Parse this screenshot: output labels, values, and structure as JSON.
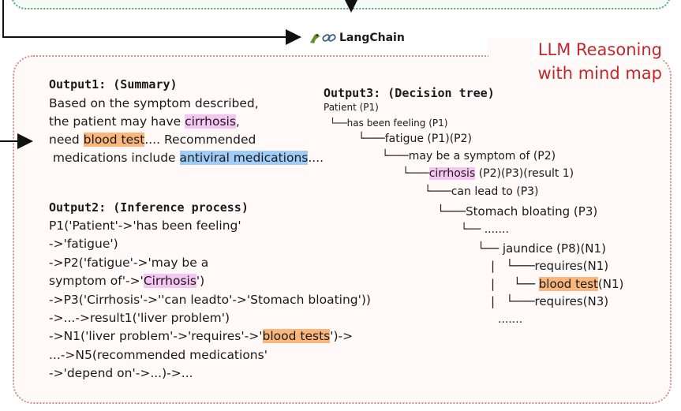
{
  "colors": {
    "pink": "#f6c6f2",
    "orange": "#fbb67c",
    "blue": "#9fcdf8",
    "red_title": "#c0282d",
    "green_border": "#5aa37a",
    "brown_border": "#c7968e"
  },
  "langchain": {
    "label": "LangChain",
    "icons": [
      "parrot-icon",
      "chain-link-icon"
    ]
  },
  "title": {
    "line1": "LLM Reasoning",
    "line2": "with mind map"
  },
  "output1": {
    "heading": "Output1: (Summary)",
    "line1": "Based on the symptom described,",
    "line2_a": "the patient may have ",
    "line2_hl": "cirrhosis",
    "line2_b": ",",
    "line3_a": "need ",
    "line3_hl": "blood test",
    "line3_b": ".... Recommended",
    "line4_a": " medications include ",
    "line4_hl": "antiviral medications",
    "line4_b": "...."
  },
  "output2": {
    "heading": "Output2: (Inference process)",
    "l1": "P1('Patient'->'has been feeling'",
    "l2": "->'fatigue')",
    "l3": "->P2('fatigue'->'may be a",
    "l4_a": "symptom of'->'",
    "l4_hl": "Cirrhosis",
    "l4_b": "')",
    "l5": "->P3('Cirrhosis'->''can leadto'->'Stomach bloating'))",
    "l6": "->...->result1('liver problem')",
    "l7_a": "->N1('liver problem'->'requires'->'",
    "l7_hl": "blood tests",
    "l7_b": "')->",
    "l8": "...->N5(recommended medications'",
    "l9": "->'depend on'->...)->..."
  },
  "output3": {
    "heading": "Output3: (Decision tree)",
    "t0": "Patient (P1)",
    "t1": "└──has been feeling (P1)",
    "t2": "└───fatigue (P1)(P2)",
    "t3": "└───may be a symptom of (P2)",
    "t4_pre": "└───",
    "t4_hl": "cirrhosis",
    "t4_post": " (P2)(P3)(result 1)",
    "t5": "└───can lead to (P3)",
    "t6": "└───Stomach bloating (P3)",
    "t7": "└── .......",
    "t8": "└── jaundice (P8)(N1)",
    "t9": "|   └───requires(N1)",
    "t10_pre": "|     └── ",
    "t10_hl": "blood test",
    "t10_post": "(N1)",
    "t11": "|   └───requires(N3)",
    "t12": "......."
  }
}
